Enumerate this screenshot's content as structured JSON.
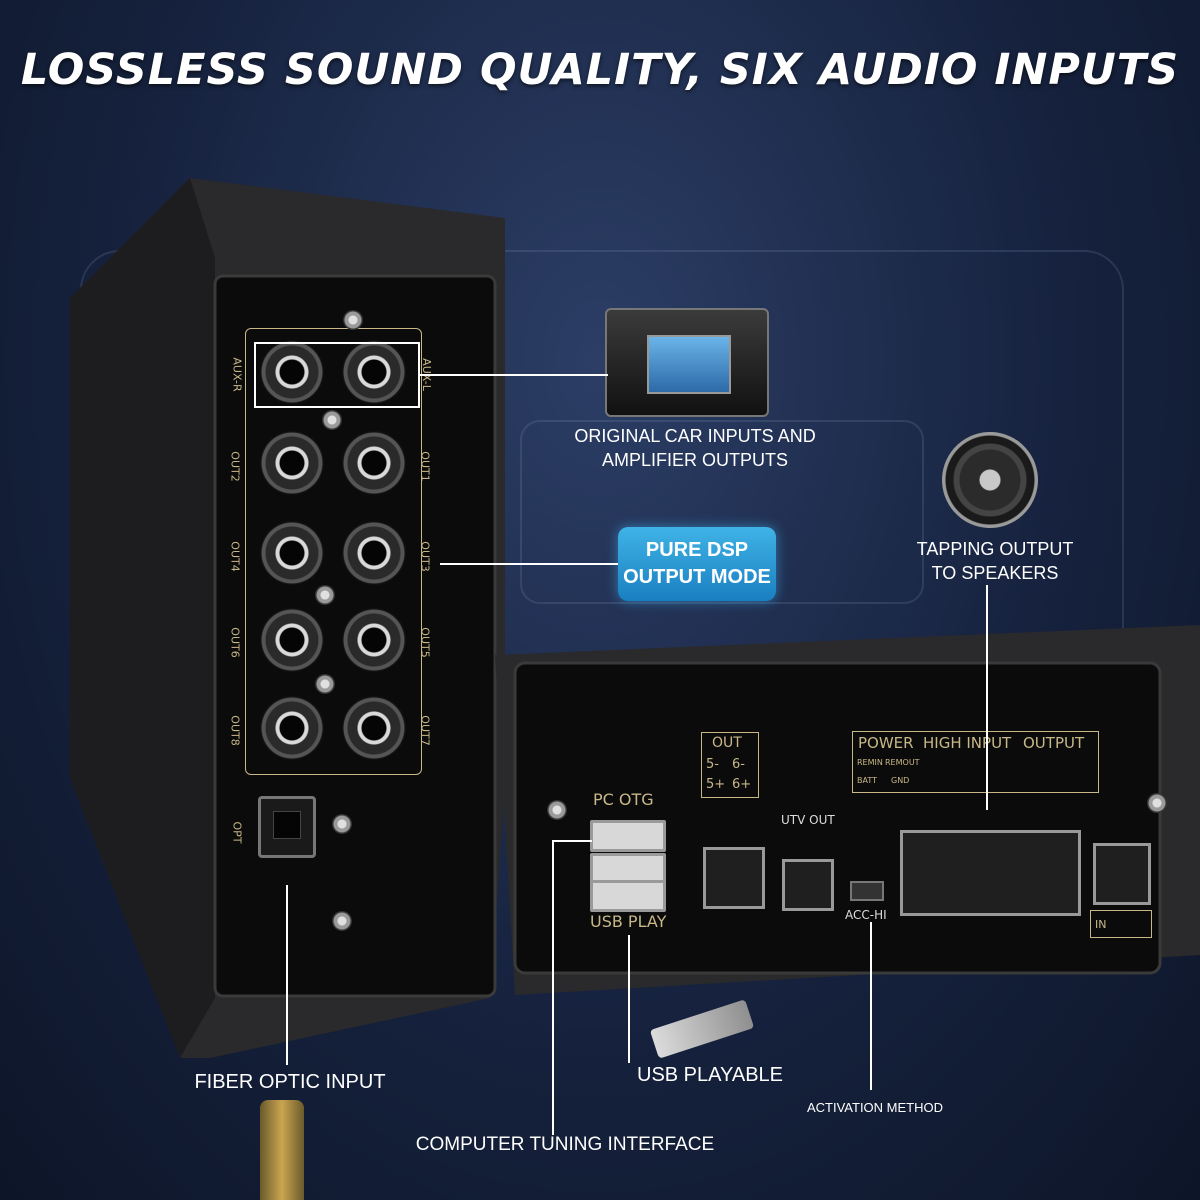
{
  "headline": "LOSSLESS SOUND QUALITY, SIX AUDIO INPUTS",
  "callouts": {
    "original_line1": "ORIGINAL CAR INPUTS AND",
    "original_line2": "AMPLIFIER OUTPUTS",
    "pure_dsp_line1": "PURE DSP",
    "pure_dsp_line2": "OUTPUT MODE",
    "tapping_line1": "TAPPING OUTPUT",
    "tapping_line2": "TO SPEAKERS",
    "fiber_optic": "FIBER OPTIC INPUT",
    "usb_playable": "USB PLAYABLE",
    "activation": "ACTIVATION METHOD",
    "computer_tuning": "COMPUTER TUNING INTERFACE"
  },
  "panel_labels": {
    "aux_r": "AUX-R",
    "aux_l": "AUX-L",
    "out1": "OUT1",
    "out2": "OUT2",
    "out3": "OUT3",
    "out4": "OUT4",
    "out5": "OUT5",
    "out6": "OUT6",
    "out7": "OUT7",
    "out8": "OUT8",
    "opt": "OPT",
    "pc_otg": "PC OTG",
    "usb_play": "USB PLAY",
    "out": "OUT",
    "p5_minus": "5-",
    "p6_minus": "6-",
    "p5_plus": "5+",
    "p6_plus": "6+",
    "utv_out": "UTV OUT",
    "acc_hi": "ACC-HI",
    "power": "POWER",
    "high_input": "HIGH INPUT",
    "output": "OUTPUT",
    "remin": "REMIN",
    "remout": "REMOUT",
    "batt": "BATT",
    "gnd": "GND",
    "in": "IN"
  },
  "colors": {
    "background": "#16223e",
    "badge": "#2a9ad6",
    "panel_print": "#c9b887"
  }
}
